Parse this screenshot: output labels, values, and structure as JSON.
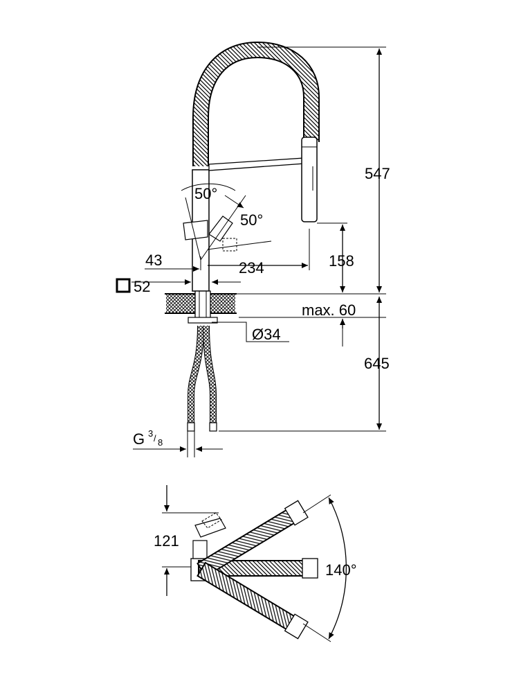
{
  "drawing": {
    "side_view": {
      "total_height_label": "547",
      "outlet_height_label": "158",
      "spout_reach_label": "234",
      "lever_offset_label": "43",
      "base_size_label": "52",
      "deck_thickness_label": "max. 60",
      "hole_diameter_label": "Ø34",
      "hose_length_label": "645",
      "lever_tilt_label": "50°",
      "lever_rotation_label": "50°",
      "connection_label_base": "G",
      "connection_label_num": "3",
      "connection_label_den": "8"
    },
    "top_view": {
      "lever_offset_label": "121",
      "swivel_angle_label": "140°"
    },
    "icons": [
      "square-base-icon",
      "arrow-icon"
    ]
  }
}
